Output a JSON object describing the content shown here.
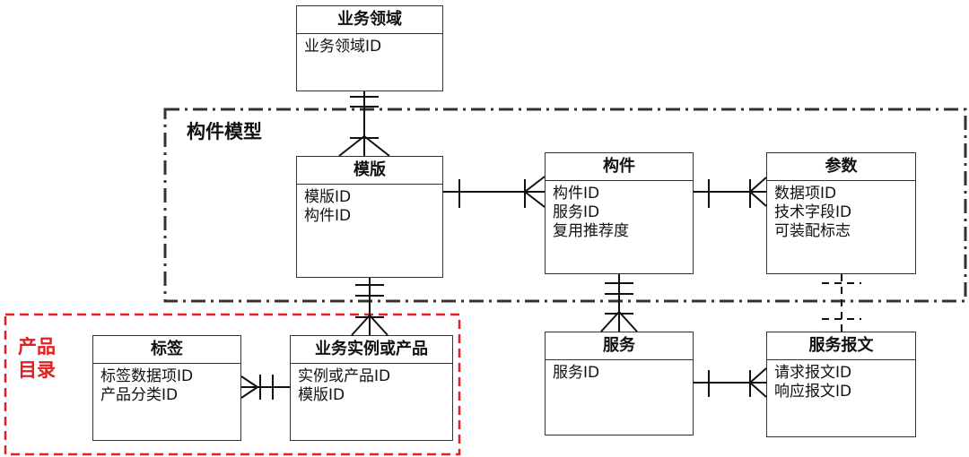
{
  "groups": {
    "component_model": {
      "label": "构件模型"
    },
    "product_catalog": {
      "label_line1": "产品",
      "label_line2": "目录",
      "color": "#e02020"
    }
  },
  "entities": {
    "business_domain": {
      "title": "业务领域",
      "attrs": [
        "业务领域ID"
      ]
    },
    "template": {
      "title": "模版",
      "attrs": [
        "模版ID",
        "构件ID"
      ]
    },
    "component": {
      "title": "构件",
      "attrs": [
        "构件ID",
        "服务ID",
        "复用推荐度"
      ]
    },
    "parameter": {
      "title": "参数",
      "attrs": [
        "数据项ID",
        "技术字段ID",
        "可装配标志"
      ]
    },
    "tag": {
      "title": "标签",
      "attrs": [
        "标签数据项ID",
        "产品分类ID"
      ]
    },
    "instance_or_product": {
      "title": "业务实例或产品",
      "attrs": [
        "实例或产品ID",
        "模版ID"
      ]
    },
    "service": {
      "title": "服务",
      "attrs": [
        "服务ID"
      ]
    },
    "service_message": {
      "title": "服务报文",
      "attrs": [
        "请求报文ID",
        "响应报文ID"
      ]
    }
  }
}
